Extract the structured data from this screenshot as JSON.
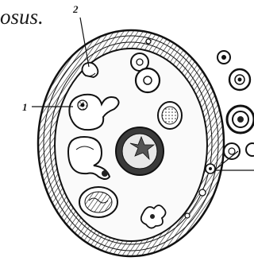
{
  "caption": "osus.",
  "labels": {
    "top": "2",
    "left": "1"
  }
}
